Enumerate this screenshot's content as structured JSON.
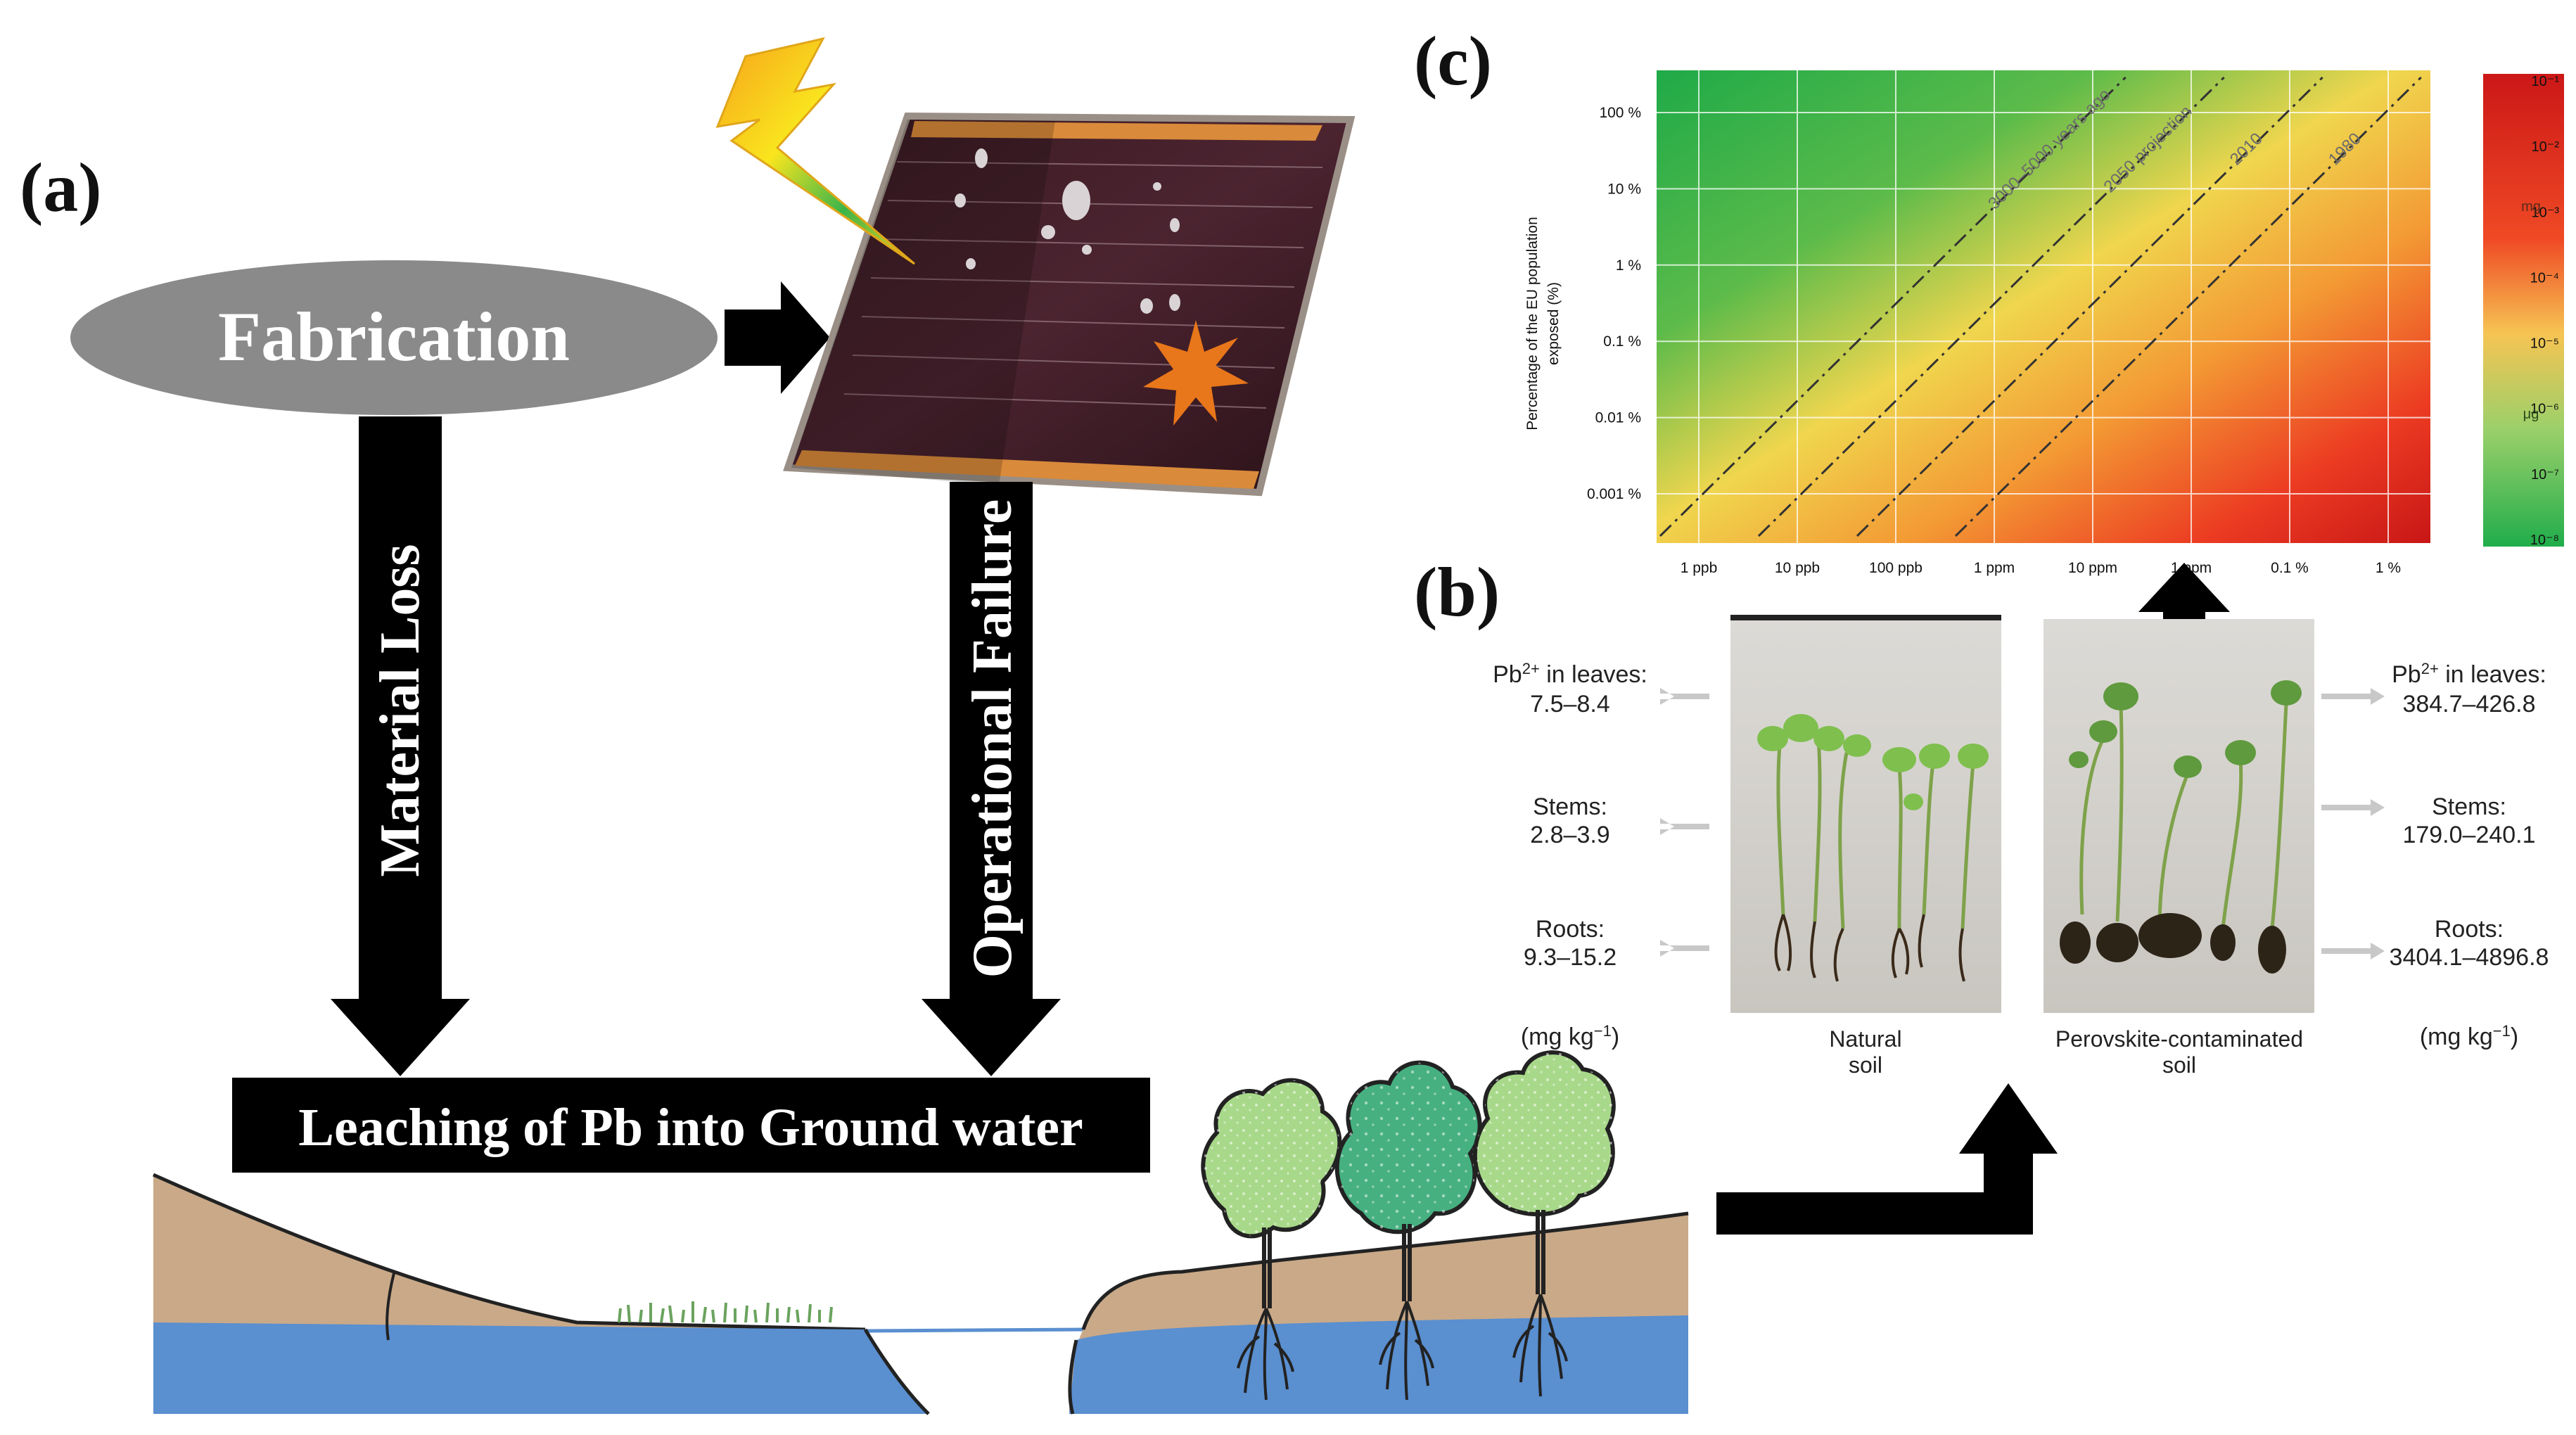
{
  "panels": {
    "a": "(a)",
    "b": "(b)",
    "c": "(c)"
  },
  "flow": {
    "fabrication": "Fabrication",
    "material_loss": "Material Loss",
    "operational_failure": "Operational Failure",
    "leaching": "Leaching of Pb into Ground water"
  },
  "plants": {
    "left": {
      "leaves_label_pre": "Pb",
      "leaves_label_sup": "2+",
      "leaves_label_post": " in leaves:",
      "leaves_value": "7.5–8.4",
      "stems_label": "Stems:",
      "stems_value": "2.8–3.9",
      "roots_label": "Roots:",
      "roots_value": "9.3–15.2",
      "unit_pre": "(mg kg",
      "unit_sup": "−1",
      "unit_post": ")"
    },
    "right": {
      "leaves_label_pre": "Pb",
      "leaves_label_sup": "2+",
      "leaves_label_post": " in leaves:",
      "leaves_value": "384.7–426.8",
      "stems_label": "Stems:",
      "stems_value": "179.0–240.1",
      "roots_label": "Roots:",
      "roots_value": "3404.1–4896.8",
      "unit_pre": "(mg kg",
      "unit_sup": "−1",
      "unit_post": ")"
    },
    "caption_natural_1": "Natural",
    "caption_natural_2": "soil",
    "caption_pero_1": "Perovskite-contaminated",
    "caption_pero_2": "soil"
  },
  "chart_data": {
    "type": "heatmap",
    "ylabel_line1": "Percentage of the EU population",
    "ylabel_line2": "exposed (%)",
    "y_ticks": [
      "100 %",
      "10 %",
      "1 %",
      "0.1 %",
      "0.01 %",
      "0.001 %"
    ],
    "x_ticks": [
      "1 ppb",
      "10 ppb",
      "100 ppb",
      "1 ppm",
      "10 ppm",
      "100 ppm",
      "0.1 %",
      "1 %"
    ],
    "x_ticks_shown": [
      "1 ppb",
      "10 ppb",
      "100 ppb",
      "1 ppm",
      "10 ppm",
      "1 ppm",
      "0.1 %",
      "1 %"
    ],
    "diagonals": [
      "3000–5000 years ago",
      "2050 projection",
      "2010",
      "1980"
    ],
    "colorbar_ticks": [
      "10⁻¹",
      "10⁻²",
      "10⁻³",
      "10⁻⁴",
      "10⁻⁵",
      "10⁻⁶",
      "10⁻⁷",
      "10⁻⁸"
    ],
    "colorbar_units": [
      "mg",
      "μg"
    ],
    "colors": {
      "low": "#22b14c",
      "mid": "#f2d24a",
      "high": "#e8231f"
    }
  }
}
